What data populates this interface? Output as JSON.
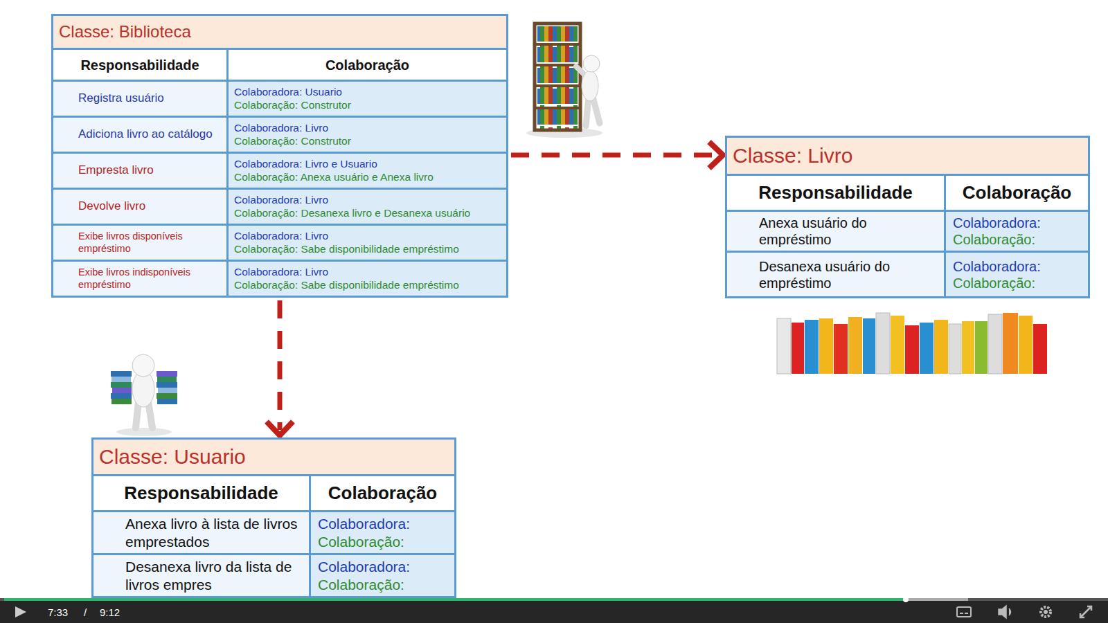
{
  "diagram": {
    "nodes": [
      {
        "text": [
          "Classe: Biblioteca"
        ]
      },
      {
        "text": [
          "Responsabilidade"
        ],
        "in": 0
      },
      {
        "text": [
          "Colaboração"
        ],
        "in": 0
      },
      {
        "text": [
          "Registra usuário"
        ],
        "in": 0
      },
      {
        "text": [
          "Colaboradora: Usuario",
          "Colaboração: Construtor"
        ],
        "in": 0
      },
      {
        "text": [
          "Adiciona livro ao catálogo"
        ],
        "in": 0
      },
      {
        "text": [
          "Colaboradora: Livro",
          "Colaboração: Construtor"
        ],
        "in": 0
      },
      {
        "text": [
          "Empresta livro"
        ],
        "in": 0
      },
      {
        "text": [
          "Colaboradora: Livro e Usuario",
          "Colaboração: Anexa usuário e Anexa livro"
        ],
        "in": 0
      },
      {
        "text": [
          "Devolve livro"
        ],
        "in": 0
      },
      {
        "text": [
          "Colaboradora: Livro",
          "Colaboração: Desanexa livro e Desanexa usuário"
        ],
        "in": 0
      },
      {
        "text": [
          "Exibe livros disponíveis empréstimo"
        ],
        "in": 0
      },
      {
        "text": [
          "Colaboradora: Livro",
          "Colaboração: Sabe disponibilidade empréstimo"
        ],
        "in": 0
      },
      {
        "text": [
          "Exibe livros indisponíveis empréstimo"
        ],
        "in": 0
      },
      {
        "text": [
          "Colaboradora: Livro",
          "Colaboração: Sabe disponibilidade empréstimo"
        ],
        "in": 0
      },
      {
        "text": [
          "Classe: Livro"
        ]
      },
      {
        "text": [
          "Responsabilidade"
        ],
        "in": 15
      },
      {
        "text": [
          "Colaboração"
        ],
        "in": 15
      },
      {
        "text": [
          "Anexa usuário do empréstimo"
        ],
        "in": 15
      },
      {
        "text": [
          "Colaboradora:",
          "Colaboração:"
        ],
        "in": 15
      },
      {
        "text": [
          "Desanexa usuário do empréstimo"
        ],
        "in": 15
      },
      {
        "text": [
          "Colaboradora:",
          "Colaboração:"
        ],
        "in": 15
      },
      {
        "text": [
          "Classe: Usuario"
        ]
      },
      {
        "text": [
          "Responsabilidade"
        ],
        "in": 22
      },
      {
        "text": [
          "Colaboração"
        ],
        "in": 22
      },
      {
        "text": [
          "Anexa livro à lista de livros emprestados"
        ],
        "in": 22
      },
      {
        "text": [
          "Colaboradora:",
          "Colaboração:"
        ],
        "in": 22
      },
      {
        "text": [
          "Desanexa livro da lista de livros empres"
        ],
        "in": 22
      },
      {
        "text": [
          "Colaboradora:",
          "Colaboração:"
        ],
        "in": 22
      }
    ],
    "edges": [
      {
        "from": 0,
        "to": 15,
        "arrow": "to"
      },
      {
        "from": 0,
        "to": 22,
        "arrow": "to"
      }
    ],
    "labels": [
      "7:33",
      "/",
      "9:12"
    ]
  }
}
